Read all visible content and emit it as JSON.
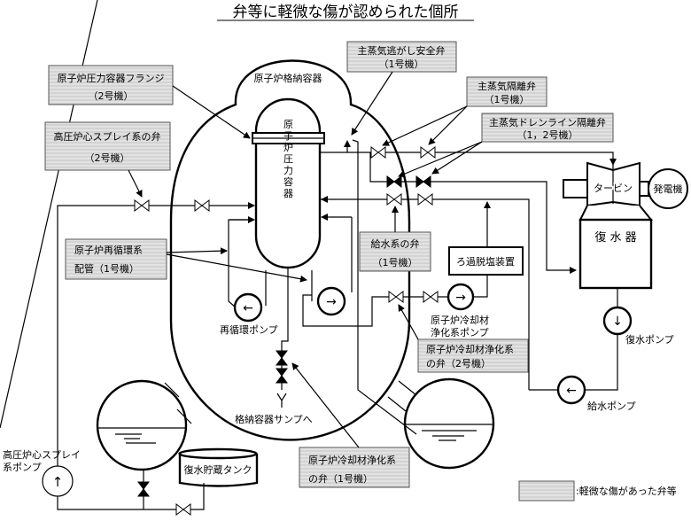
{
  "title": "弁等に軽微な傷が認められた個所",
  "colors": {
    "label_box_fill": "#d8d8d8",
    "line": "#000000"
  },
  "containment_label": "原子炉格納容器",
  "rpv_label": "原子炉圧力容器",
  "callouts": [
    {
      "line1": "原子炉圧力容器フランジ",
      "line2": "（2号機）"
    },
    {
      "line1": "高圧炉心スプレイ系の弁",
      "line2": "（2号機）"
    },
    {
      "line1": "原子炉再循環系",
      "line2": "配管（1号機）"
    },
    {
      "line1": "主蒸気逃がし安全弁",
      "line2": "（1号機）"
    },
    {
      "line1": "主蒸気隔離弁",
      "line2": "（1号機）"
    },
    {
      "line1": "主蒸気ドレンライン隔離弁",
      "line2": "（1，2号機）"
    },
    {
      "line1": "給水系の弁",
      "line2": "（1号機）"
    },
    {
      "line1": "原子炉冷却材浄化系",
      "line2": "の弁（2号機）"
    },
    {
      "line1": "原子炉冷却材浄化系",
      "line2": "の弁（1号機）"
    }
  ],
  "components": {
    "turbine": "タービン",
    "generator": "発電機",
    "condenser": "復 水 器",
    "filter": "ろ過脱塩装置",
    "cst": "復水貯蔵タンク",
    "recirc_pump": "再循環ポンプ",
    "cuw_pump_1": "原子炉冷却材",
    "cuw_pump_2": "浄化系ポンプ",
    "condensate_pump": "復水ポンプ",
    "feedwater_pump": "給水ポンプ",
    "hpcs_pump_1": "高圧炉心スプレイ",
    "hpcs_pump_2": "系ポンプ",
    "sump": "格納容器サンプへ"
  },
  "legend": {
    "text": ":軽微な傷があった弁等"
  },
  "icons": {
    "arrow_left": "←",
    "arrow_right": "→",
    "arrow_up": "↑",
    "arrow_down": "↓"
  }
}
